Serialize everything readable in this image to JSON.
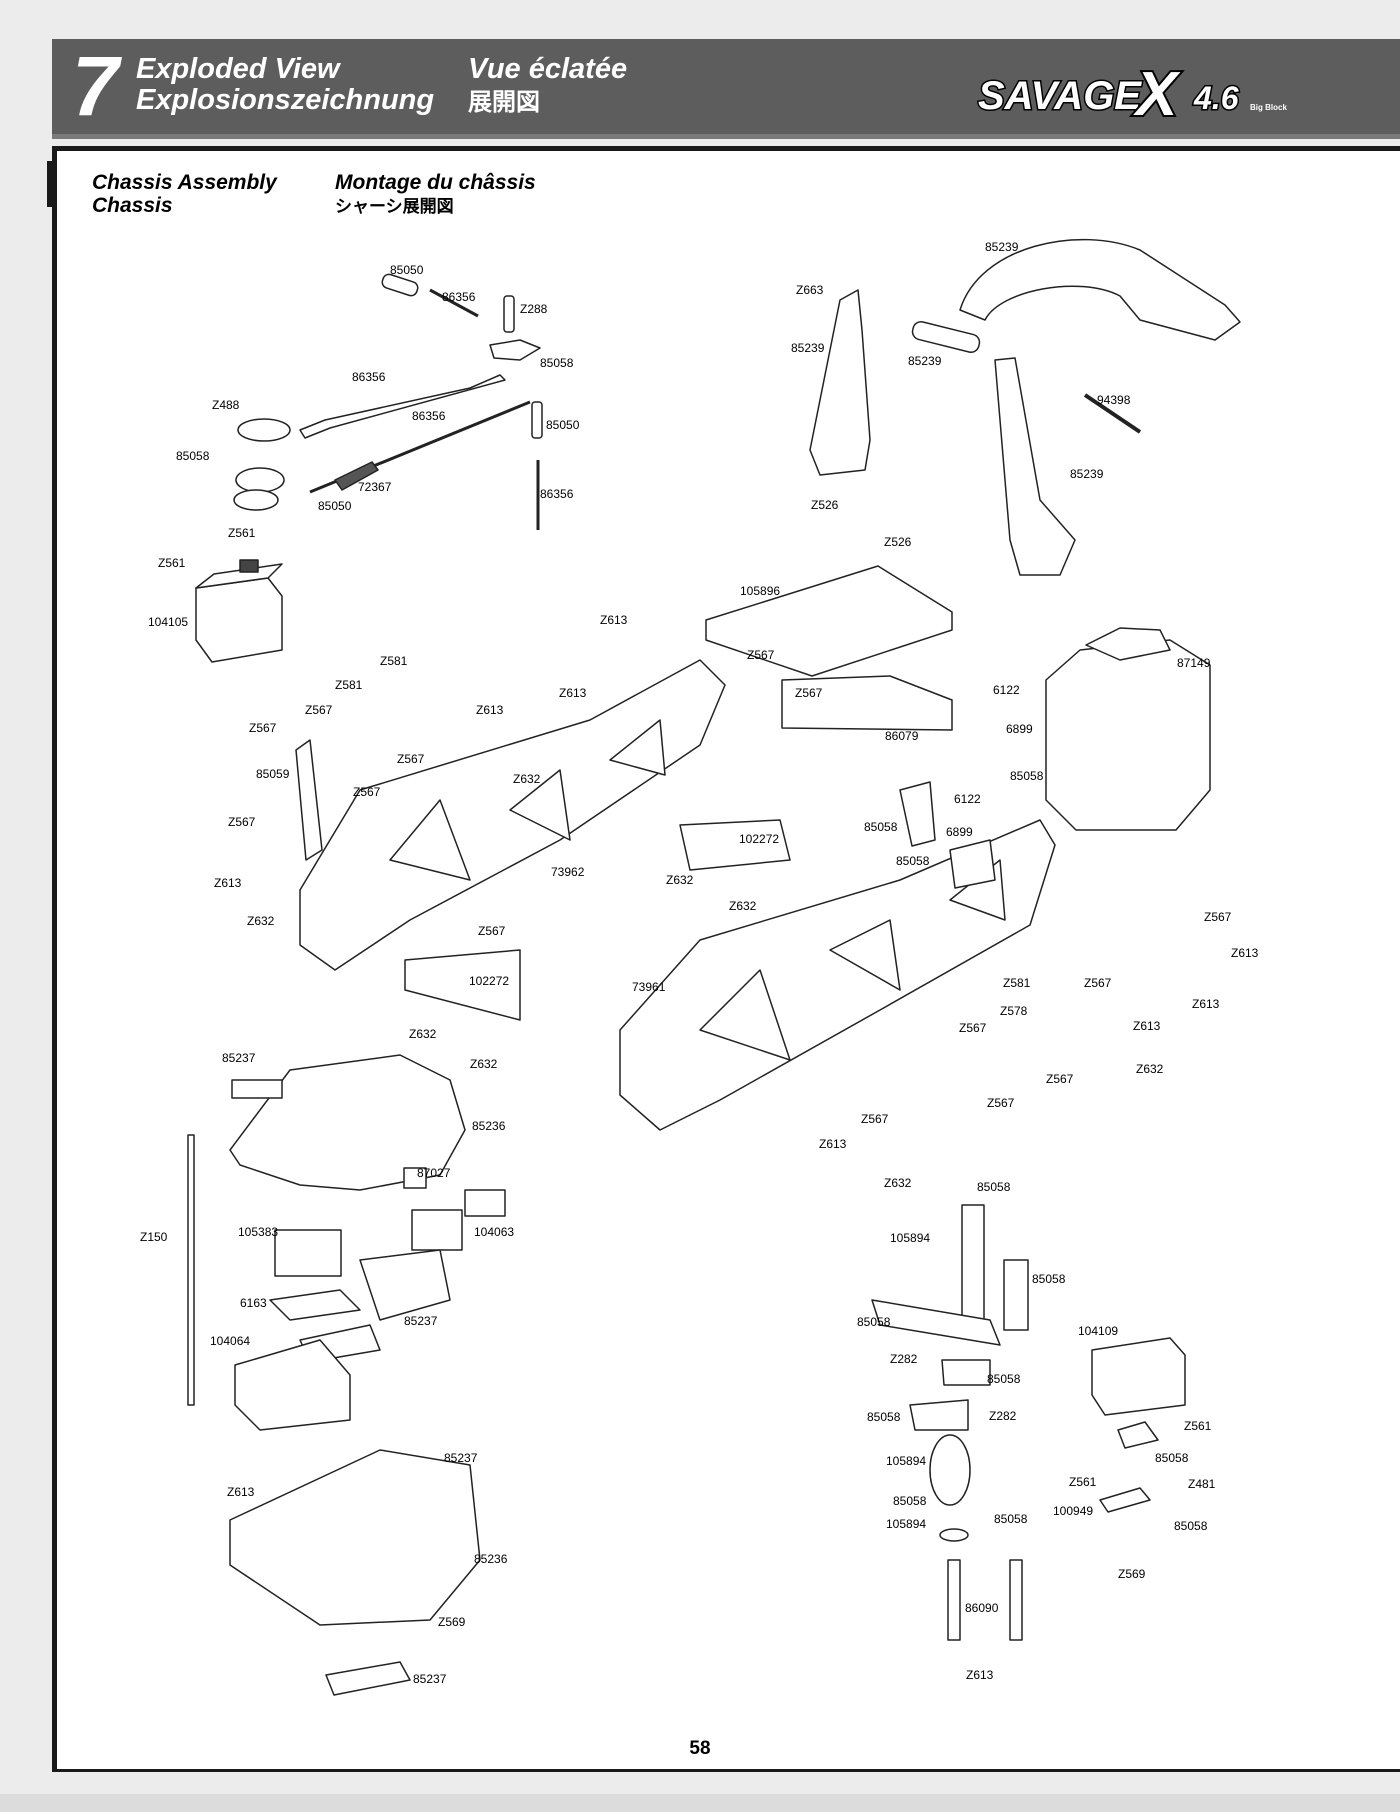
{
  "header": {
    "chapter_number": "7",
    "title_en": "Exploded View",
    "title_de": "Explosionszeichnung",
    "title_fr": "Vue éclatée",
    "title_jp": "展開図",
    "logo_text": "SAVAGE",
    "logo_x": "X",
    "logo_version": "4.6",
    "logo_sub": "Big Block"
  },
  "section": {
    "title_en": "Chassis Assembly",
    "title_de": "Chassis",
    "title_fr": "Montage du châssis",
    "title_jp": "シャーシ展開図"
  },
  "parts": [
    "85050",
    "86356",
    "Z288",
    "85058",
    "86356",
    "Z488",
    "86356",
    "85050",
    "85058",
    "72367",
    "85050",
    "86356",
    "Z561",
    "Z561",
    "104105",
    "85239",
    "Z663",
    "85239",
    "85239",
    "94398",
    "85239",
    "Z526",
    "Z526",
    "105896",
    "Z567",
    "Z567",
    "86079",
    "87149",
    "6122",
    "6899",
    "85058",
    "6122",
    "85058",
    "6899",
    "85058",
    "Z613",
    "Z581",
    "Z581",
    "Z567",
    "Z613",
    "Z613",
    "Z567",
    "85059",
    "Z567",
    "Z632",
    "Z567",
    "Z567",
    "Z613",
    "Z632",
    "73962",
    "102272",
    "Z632",
    "Z632",
    "Z567",
    "102272",
    "Z632",
    "Z632",
    "73961",
    "Z567",
    "Z613",
    "Z581",
    "Z567",
    "Z578",
    "Z613",
    "Z567",
    "Z613",
    "Z632",
    "Z567",
    "Z567",
    "Z567",
    "Z613",
    "85237",
    "85236",
    "87027",
    "Z150",
    "105383",
    "104063",
    "6163",
    "85237",
    "104064",
    "85237",
    "Z613",
    "85236",
    "Z569",
    "85237",
    "Z632",
    "85058",
    "105894",
    "85058",
    "85058",
    "Z282",
    "85058",
    "85058",
    "Z282",
    "104109",
    "Z561",
    "85058",
    "Z561",
    "Z481",
    "105894",
    "85058",
    "105894",
    "85058",
    "100949",
    "85058",
    "Z569",
    "86090",
    "Z613"
  ],
  "page_number": "58"
}
